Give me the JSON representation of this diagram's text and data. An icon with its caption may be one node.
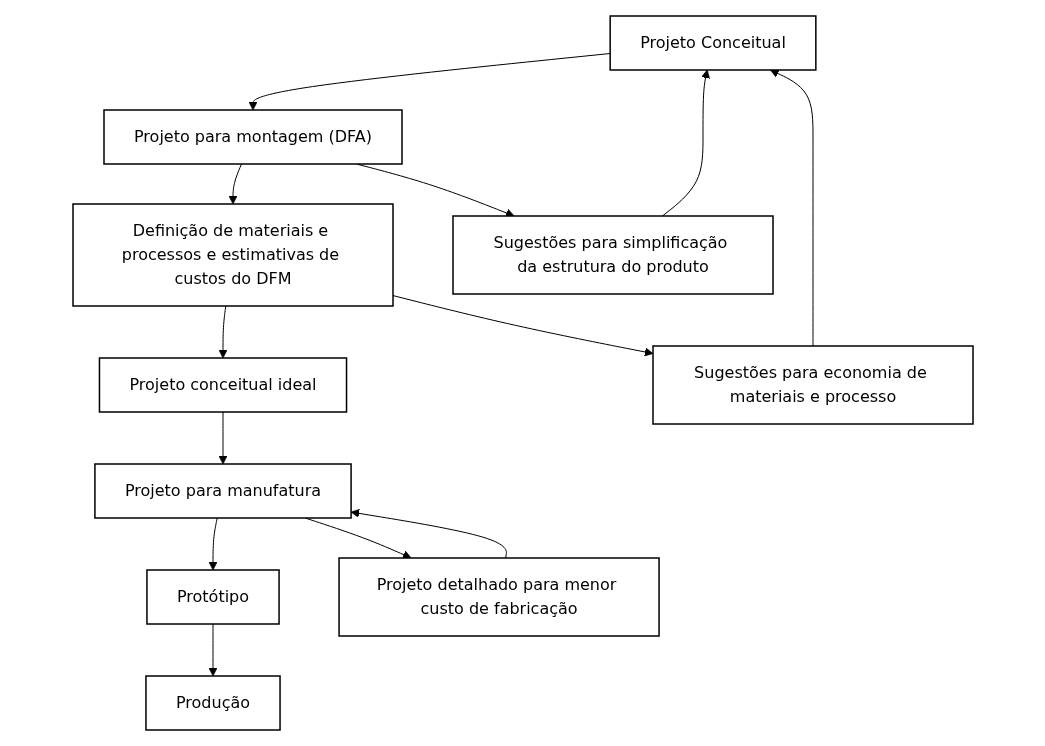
{
  "diagram": {
    "nodes": [
      {
        "text": [
          "Projeto Conceitual"
        ]
      },
      {
        "text": [
          "Projeto para montagem (DFA)"
        ]
      },
      {
        "text": [
          "Definição de materiais e processos e estimativas de custos do DFM"
        ]
      },
      {
        "text": [
          "Projeto conceitual ideal"
        ]
      },
      {
        "text": [
          "Projeto para manufatura"
        ]
      },
      {
        "text": [
          "Protótipo"
        ]
      },
      {
        "text": [
          "Produção"
        ]
      },
      {
        "text": [
          "Sugestões para simplificação da estrutura do produto"
        ]
      },
      {
        "text": [
          "Sugestões para economia de materiais e processo"
        ]
      },
      {
        "text": [
          "Projeto detalhado para menor custo de fabricação"
        ]
      }
    ],
    "edges": [
      {
        "from": 0,
        "to": 1,
        "arrow": "to"
      },
      {
        "from": 1,
        "to": 7,
        "arrow": "to"
      },
      {
        "from": 7,
        "to": 0,
        "arrow": "to"
      },
      {
        "from": 1,
        "to": 2,
        "arrow": "to"
      },
      {
        "from": 2,
        "to": 8,
        "arrow": "to"
      },
      {
        "from": 8,
        "to": 0,
        "arrow": "to"
      },
      {
        "from": 2,
        "to": 3,
        "arrow": "to"
      },
      {
        "from": 3,
        "to": 4,
        "arrow": "to"
      },
      {
        "from": 4,
        "to": 9,
        "arrow": "to"
      },
      {
        "from": 9,
        "to": 4,
        "arrow": "to"
      },
      {
        "from": 4,
        "to": 5,
        "arrow": "to"
      },
      {
        "from": 5,
        "to": 6,
        "arrow": "to"
      }
    ]
  }
}
